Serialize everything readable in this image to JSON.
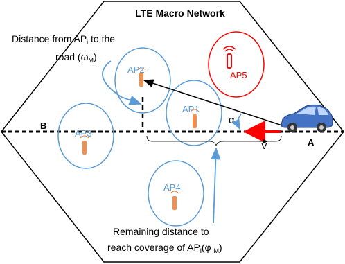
{
  "title": "LTE Macro Network",
  "access_points": [
    {
      "label": "AP2",
      "color": "#5b9bd5",
      "icon": "antenna-icon",
      "icon_color": "#ed7d31"
    },
    {
      "label": "AP1",
      "color": "#5b9bd5",
      "icon": "antenna-icon",
      "icon_color": "#ed7d31"
    },
    {
      "label": "AP3",
      "color": "#5b9bd5",
      "icon": "antenna-icon",
      "icon_color": "#ed7d31"
    },
    {
      "label": "AP4",
      "color": "#5b9bd5",
      "icon": "antenna-icon",
      "icon_color": "#ed7d31"
    },
    {
      "label": "AP5",
      "color": "#ff0000",
      "icon": "antenna-icon",
      "icon_color": "#ff0000"
    }
  ],
  "road_endpoints": {
    "left": "B",
    "right": "A"
  },
  "symbols": {
    "angle": "α",
    "velocity": "V"
  },
  "annotation_top": {
    "line1_prefix": "Distance from AP",
    "line1_sub": "i",
    "line1_suffix": " to the",
    "line2_prefix": "road (ω",
    "line2_sub": "M",
    "line2_suffix": ")"
  },
  "annotation_bottom": {
    "line1": "Remaining distance to",
    "line2_prefix": "reach coverage of AP",
    "line2_sub": "i",
    "line2_suffix": "(φ ",
    "line2_sub2": "M",
    "line2_end": ")"
  },
  "colors": {
    "boundary": "#000000",
    "ap_circle": "#5b9bd5",
    "ap5_circle": "#ff0000",
    "callout": "#5b9bd5",
    "velocity_arrow": "#ff0000",
    "car": "#4472c4"
  }
}
